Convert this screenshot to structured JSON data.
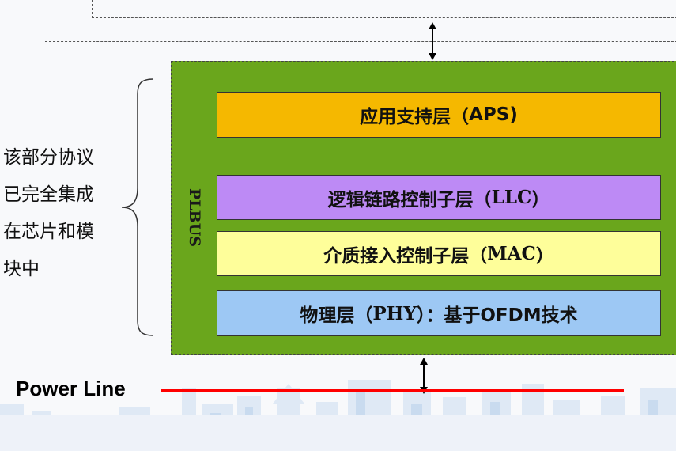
{
  "side_note": {
    "lines": [
      "该部分协议",
      "已完全集成",
      "在芯片和模",
      "块中"
    ]
  },
  "plbus_label": "PLBUS",
  "layers": {
    "aps": {
      "zh": "应用支持层（",
      "en": "APS",
      "close": ")"
    },
    "llc": {
      "zh": "逻辑链路控制子层（",
      "en": "LLC",
      "close": "）"
    },
    "mac": {
      "zh": "介质接入控制子层（",
      "en": "MAC",
      "close": "）"
    },
    "phy": {
      "zh": "物理层（",
      "en": "PHY",
      "close": "）：基于OFDM技术"
    }
  },
  "power_line_label": "Power Line",
  "colors": {
    "plbus_bg": "#6aa61c",
    "aps": "#f5b800",
    "llc": "#bd8af5",
    "mac": "#fefe9a",
    "phy": "#9dc8f4",
    "power_line": "#ff0000"
  }
}
